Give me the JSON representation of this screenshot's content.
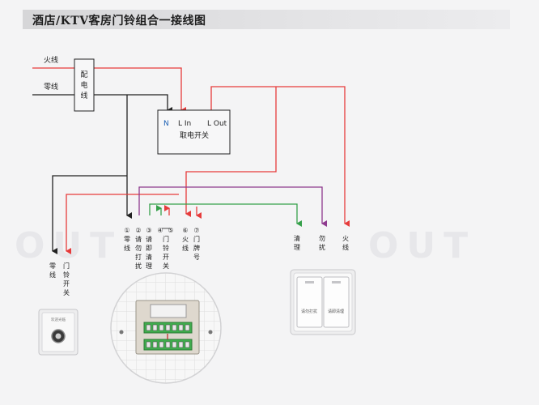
{
  "title": "酒店/KTV客房门铃组合一接线图",
  "mains": {
    "live": "火线",
    "neutral": "零线"
  },
  "distribution_box": [
    "配",
    "电",
    "线"
  ],
  "power_switch": {
    "n": "N",
    "l_in": "L In",
    "l_out": "L Out",
    "name": "取电开关"
  },
  "terminals": [
    {
      "num": "①",
      "chars": [
        "零",
        "线"
      ]
    },
    {
      "num": "②",
      "chars": [
        "请",
        "勿",
        "打",
        "扰"
      ]
    },
    {
      "num": "③",
      "chars": [
        "请",
        "即",
        "清",
        "理"
      ]
    },
    {
      "num": "④",
      "chars": []
    },
    {
      "num": "⑤",
      "chars": []
    },
    {
      "num": "⑥",
      "chars": [
        "火",
        "线"
      ]
    },
    {
      "num": "⑦",
      "chars": [
        "门",
        "牌",
        "号"
      ]
    }
  ],
  "doorbell_switch_chars": [
    "门",
    "铃",
    "开",
    "关"
  ],
  "doorbell_power": {
    "neutral_chars": [
      "零",
      "线"
    ],
    "bell_chars": [
      "门",
      "铃",
      "开",
      "关"
    ]
  },
  "room_panel_wires": [
    {
      "chars": [
        "清",
        "理"
      ]
    },
    {
      "chars": [
        "勿",
        "扰"
      ]
    },
    {
      "chars": [
        "火",
        "线"
      ]
    }
  ],
  "room_panel": {
    "button1": "请勿打扰",
    "button2": "请即清理"
  },
  "doorbell_unit_label": "欢迎光临",
  "watermark": "OUT",
  "colors": {
    "red": "#e63b3b",
    "black": "#222222",
    "green": "#35a04a",
    "purple": "#8e3a8e"
  }
}
